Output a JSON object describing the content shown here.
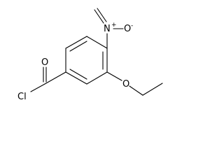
{
  "molecule": {
    "atoms": {
      "nitrogen": "N",
      "nitrogen_charge": "+",
      "nitro_oxygen": "O",
      "nitro_oxygen_charge": "-",
      "carbonyl_oxygen": "O",
      "chlorine": "Cl",
      "ether_oxygen": "O"
    }
  }
}
